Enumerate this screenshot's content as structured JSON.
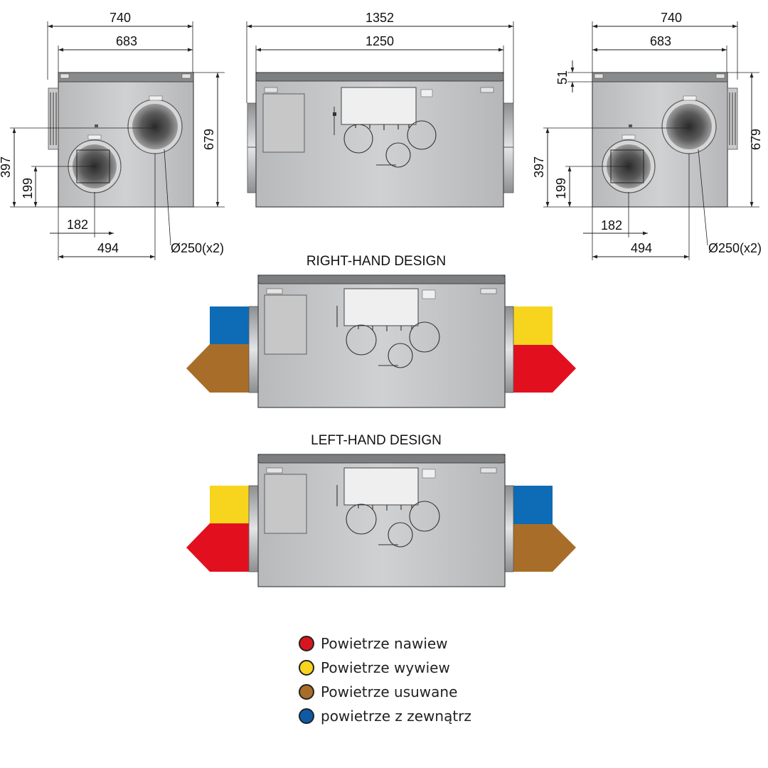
{
  "views": {
    "side_right": {
      "dims": {
        "overall_width": "740",
        "inner_width": "683",
        "height": "679",
        "center_high": "397",
        "center_low": "199",
        "offset_small": "182",
        "offset_large": "494",
        "duct": "Ø250(x2)"
      }
    },
    "front": {
      "dims": {
        "overall_length": "1352",
        "inner_length": "1250"
      }
    },
    "side_left": {
      "dims": {
        "overall_width": "740",
        "inner_width": "683",
        "top_height": "51",
        "height": "679",
        "center_high": "397",
        "center_low": "199",
        "offset_small": "182",
        "offset_large": "494",
        "duct": "Ø250(x2)"
      }
    }
  },
  "designs": [
    {
      "title": "RIGHT-HAND DESIGN",
      "left_top": "#0e6bb5",
      "left_bottom": "#a86d28",
      "right_top": "#f7d51e",
      "right_bottom": "#e2101e"
    },
    {
      "title": "LEFT-HAND DESIGN",
      "left_top": "#f7d51e",
      "left_bottom": "#e2101e",
      "right_top": "#0e6bb5",
      "right_bottom": "#a86d28"
    }
  ],
  "legend": [
    {
      "label": "Powietrze nawiew",
      "color": "#d8151f"
    },
    {
      "label": "Powietrze wywiew",
      "color": "#f7d51e"
    },
    {
      "label": "Powietrze usuwane",
      "color": "#a86d28"
    },
    {
      "label": "powietrze z zewnątrz",
      "color": "#0e5aa6"
    }
  ]
}
